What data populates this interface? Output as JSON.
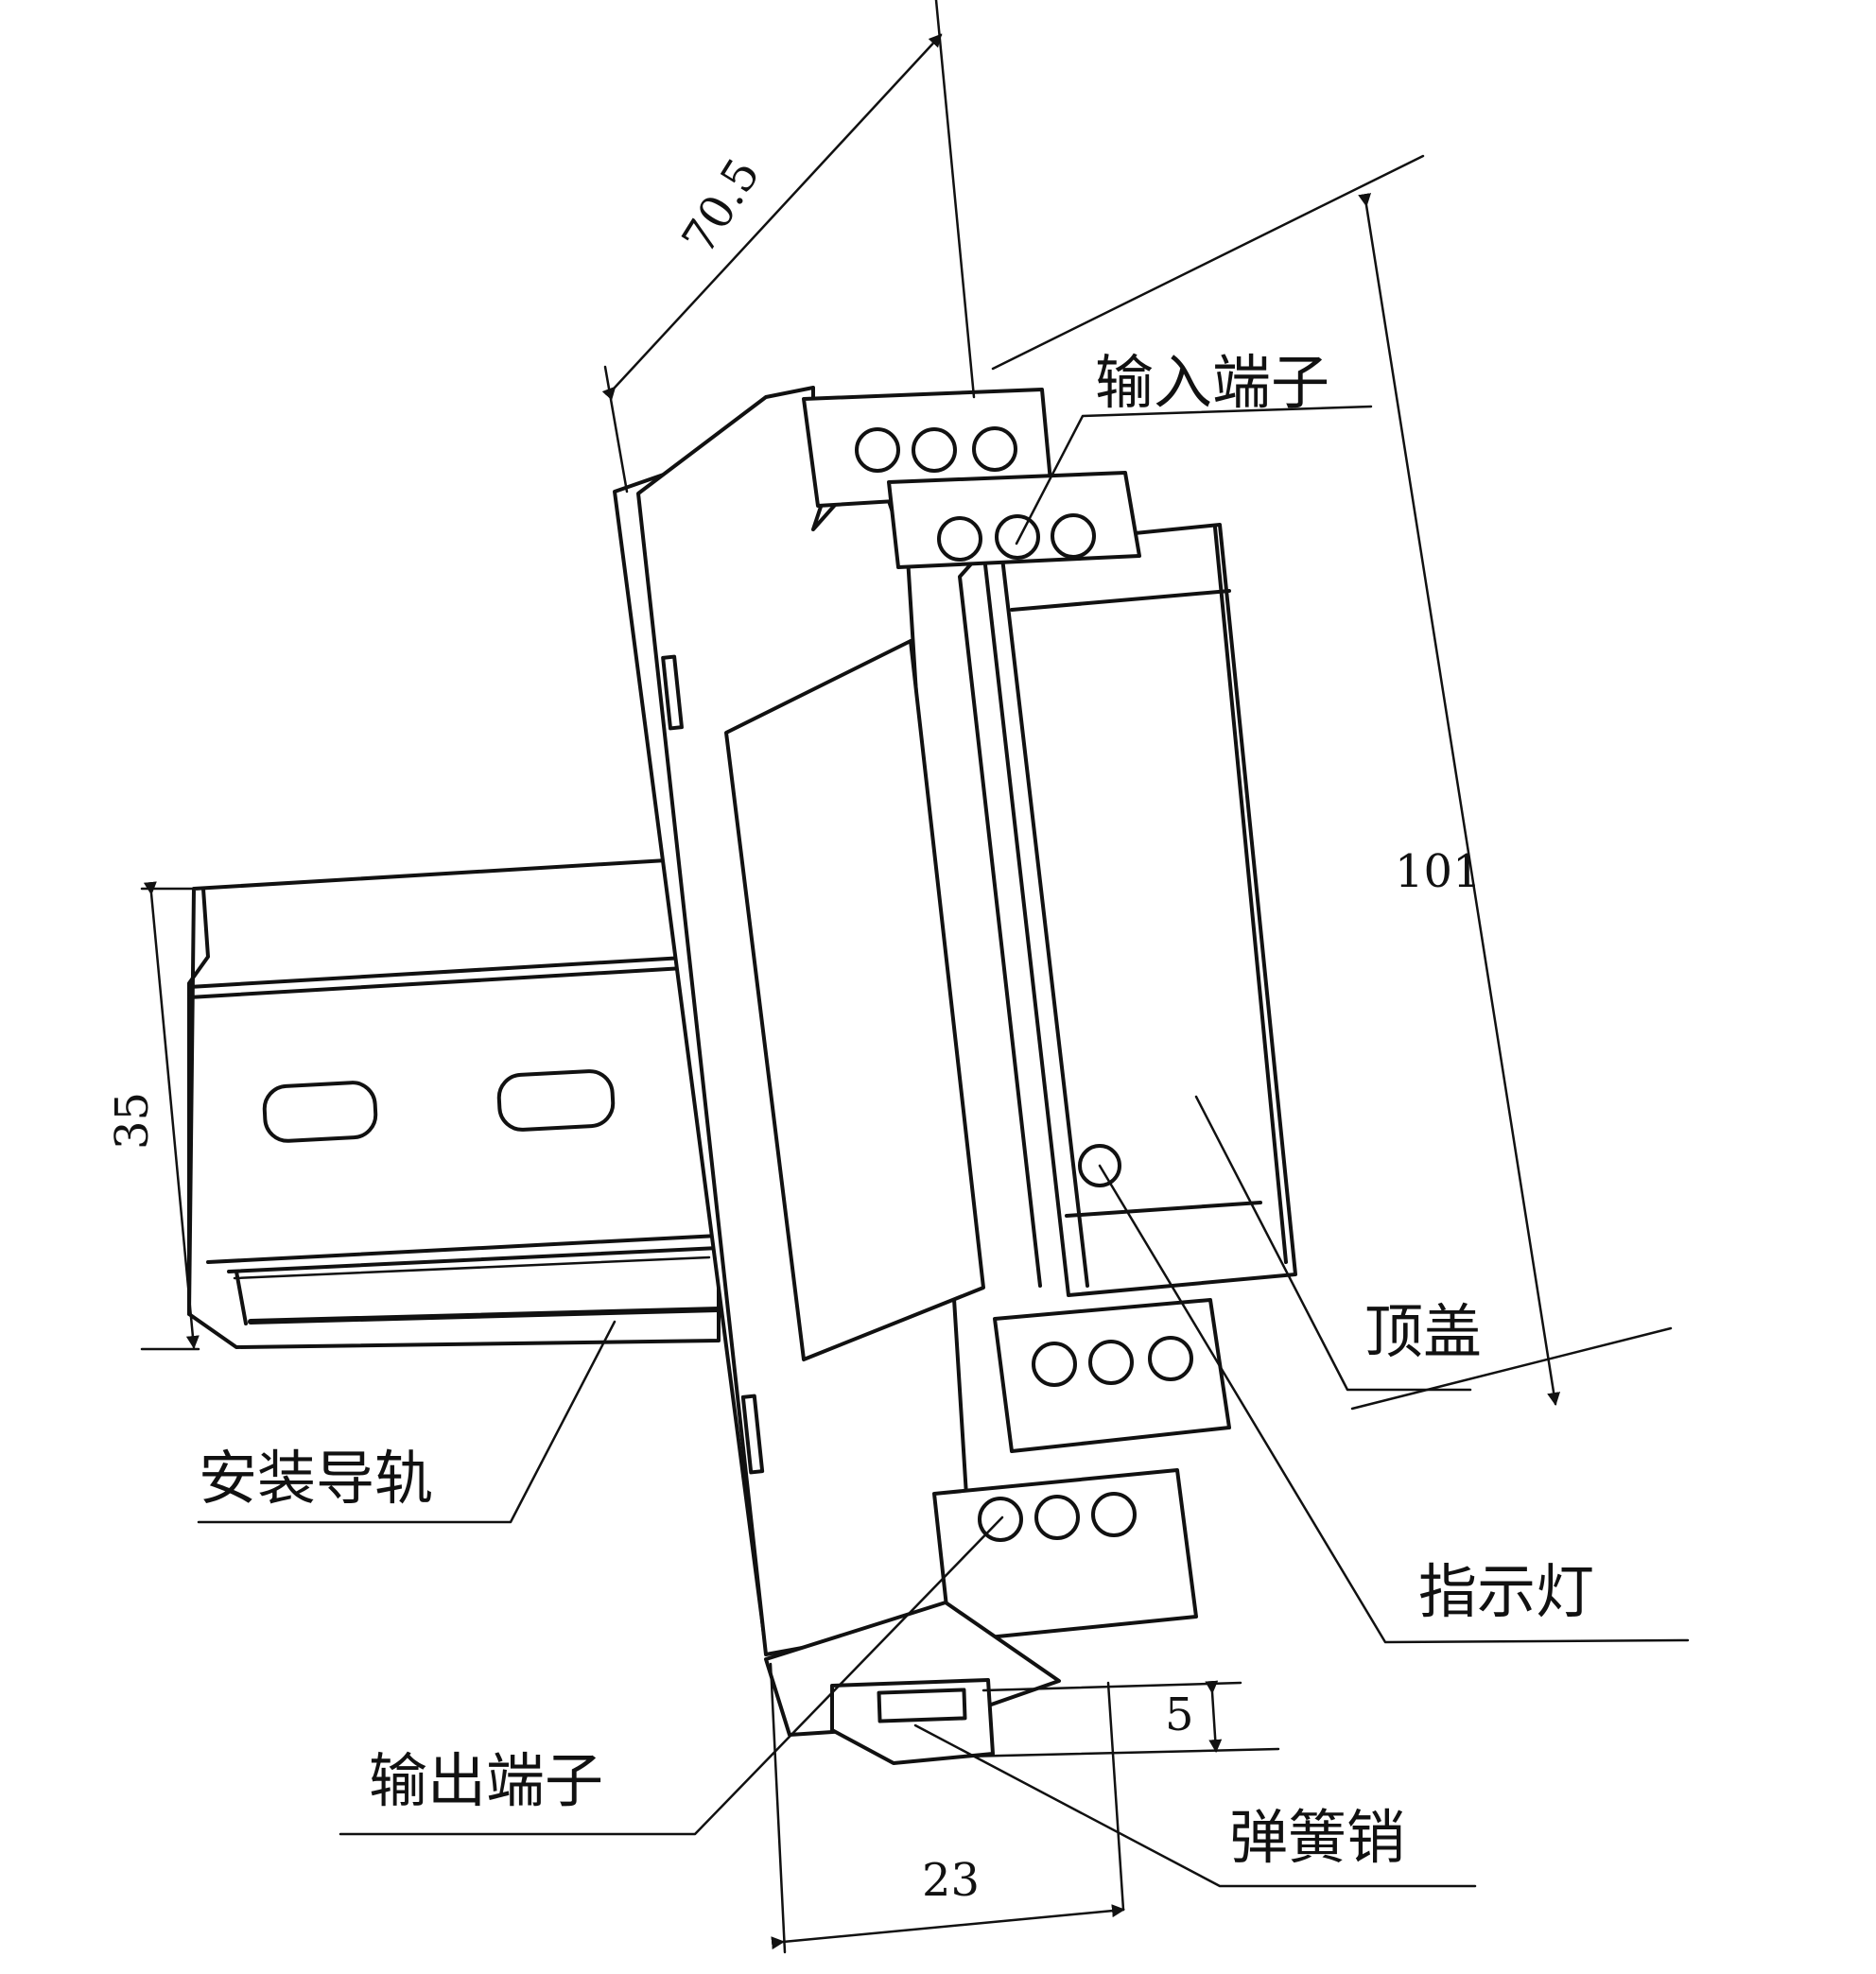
{
  "labels": {
    "input_terminal": "输入端子",
    "top_cover": "顶盖",
    "rail": "安装导轨",
    "indicator": "指示灯",
    "output_terminal": "输出端子",
    "spring_pin": "弹簧销"
  },
  "dimensions": {
    "depth": "70.5",
    "height": "101",
    "rail_width": "35",
    "width": "23",
    "pin": "5"
  }
}
